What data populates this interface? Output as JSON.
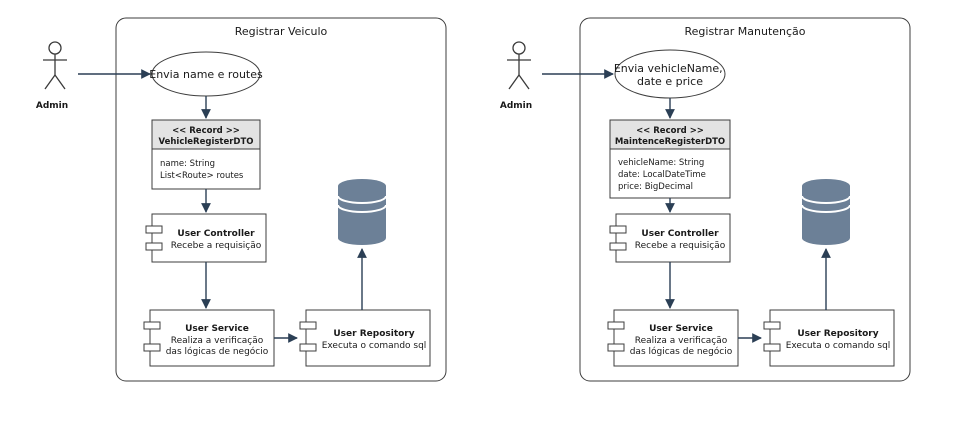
{
  "diagrams": [
    {
      "title": "Registrar Veiculo",
      "actor": "Admin",
      "usecase_lines": [
        "Envia name e routes"
      ],
      "record": {
        "stereotype": "<< Record >>",
        "name": "VehicleRegisterDTO",
        "fields": [
          "name: String",
          "List<Route> routes"
        ]
      },
      "controller": {
        "name": "User Controller",
        "desc": [
          "Recebe a requisição"
        ]
      },
      "service": {
        "name": "User Service",
        "desc": [
          "Realiza a verificação",
          "das lógicas de negócio"
        ]
      },
      "repository": {
        "name": "User Repository",
        "desc": [
          "Executa o comando sql"
        ]
      }
    },
    {
      "title": "Registrar Manutenção",
      "actor": "Admin",
      "usecase_lines": [
        "Envia vehicleName,",
        "date e price"
      ],
      "record": {
        "stereotype": "<< Record >>",
        "name": "MaintenceRegisterDTO",
        "fields": [
          "vehicleName: String",
          "date: LocalDateTime",
          "price: BigDecimal"
        ]
      },
      "controller": {
        "name": "User Controller",
        "desc": [
          "Recebe a requisição"
        ]
      },
      "service": {
        "name": "User Service",
        "desc": [
          "Realiza a verificação",
          "das lógicas de negócio"
        ]
      },
      "repository": {
        "name": "User Repository",
        "desc": [
          "Executa o comando sql"
        ]
      }
    }
  ],
  "colors": {
    "edge": "#2b3f55",
    "database": "#6c8097",
    "record_header": "#e3e3e3"
  },
  "icons": [
    "actor-icon",
    "database-icon",
    "component-icon"
  ]
}
